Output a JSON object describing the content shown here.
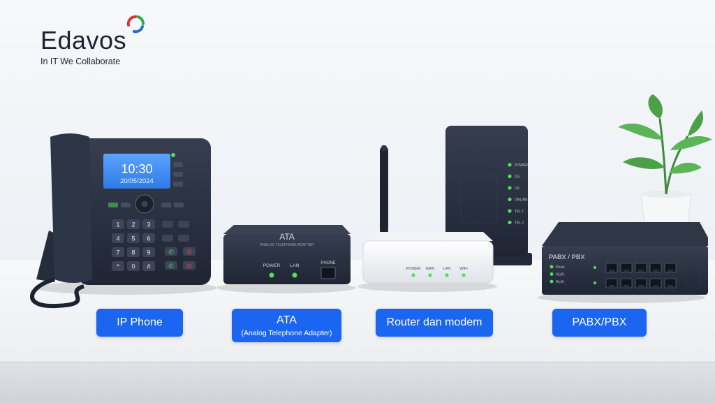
{
  "brand": {
    "name": "Edavos",
    "tagline": "In IT We Collaborate",
    "colors": {
      "accent_red": "#e0303a",
      "accent_green": "#3aa64a",
      "accent_blue": "#1f6fd6",
      "text": "#1c2230"
    }
  },
  "phone": {
    "time": "10:30",
    "date": "20/05/2024",
    "keys": [
      "1",
      "2",
      "3",
      "4",
      "5",
      "6",
      "7",
      "8",
      "9",
      "*",
      "0",
      "#"
    ]
  },
  "ata": {
    "title": "ATA",
    "subtitle": "ANALOG TELEPHONE ADAPTER",
    "leds": [
      "POWER",
      "LAN"
    ],
    "port": "PHONE"
  },
  "router": {
    "leds": [
      "POWER",
      "WAN",
      "LAN",
      "WIFI"
    ]
  },
  "modem": {
    "leds": [
      "POWER",
      "DS",
      "US",
      "ONLINE",
      "TEL 1",
      "TEL 2"
    ]
  },
  "pbx": {
    "title": "PABX / PBX",
    "leds": [
      "Peak",
      "RUN",
      "ALM"
    ]
  },
  "labels": [
    {
      "main": "IP Phone",
      "sub": ""
    },
    {
      "main": "ATA",
      "sub": "(Analog Telephone Adapter)"
    },
    {
      "main": "Router dan modem",
      "sub": ""
    },
    {
      "main": "PABX/PBX",
      "sub": ""
    }
  ],
  "colors": {
    "label_bg": "#1a66f0",
    "device_dark": "#2b3242",
    "led_green": "#4ee35a",
    "screen_blue": "#3f8ff5"
  }
}
